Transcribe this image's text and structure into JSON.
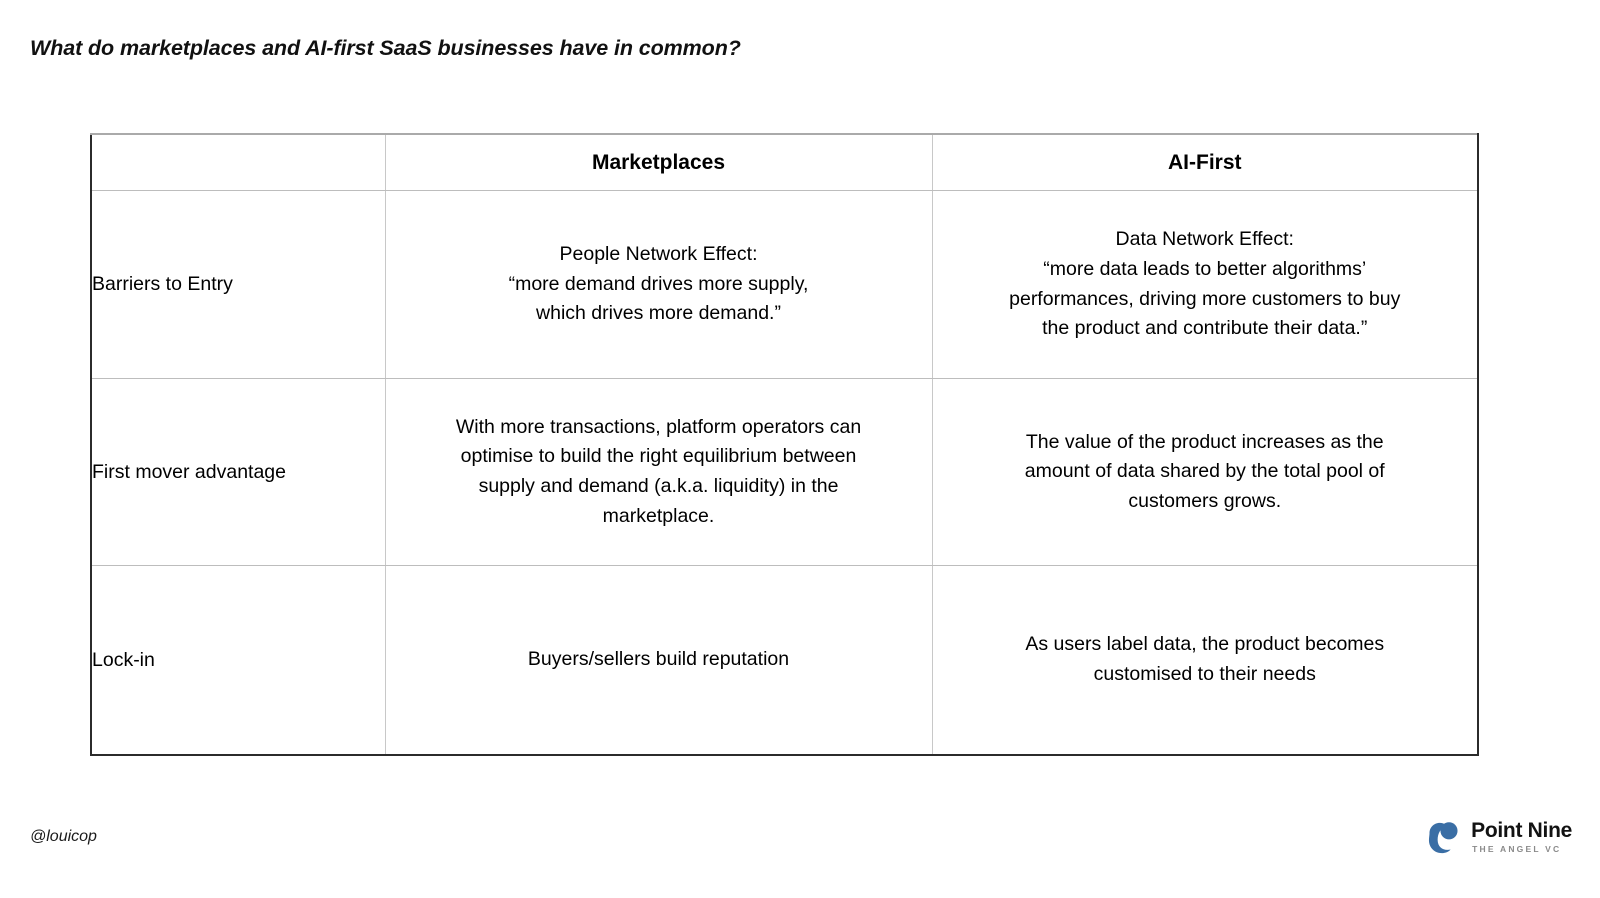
{
  "slide": {
    "title": "What do marketplaces and AI-first SaaS businesses have in common?"
  },
  "table": {
    "corner_header": "",
    "columns": [
      "Marketplaces",
      "AI-First"
    ],
    "rows": [
      {
        "label": "Barriers to Entry",
        "marketplaces": [
          "People Network Effect:",
          "“more demand drives more supply,",
          "which drives more demand.”"
        ],
        "ai_first": [
          "Data Network Effect:",
          "“more data leads to better algorithms’",
          "performances, driving more customers to buy",
          "the product and contribute their data.”"
        ]
      },
      {
        "label": "First mover advantage",
        "marketplaces": [
          "With more transactions, platform operators can",
          "optimise to build the right equilibrium between",
          "supply and demand (a.k.a. liquidity) in the",
          "marketplace."
        ],
        "ai_first": [
          "The value of the product increases as the",
          "amount of data shared by the total pool of",
          "customers grows."
        ]
      },
      {
        "label": "Lock-in",
        "marketplaces": [
          "Buyers/sellers build reputation"
        ],
        "ai_first": [
          "As users label data, the product becomes",
          "customised to their needs"
        ]
      }
    ]
  },
  "footer": {
    "handle": "@louicop",
    "brand_name": "Point Nine",
    "brand_tagline": "THE ANGEL VC",
    "brand_color": "#3a6ea5"
  }
}
